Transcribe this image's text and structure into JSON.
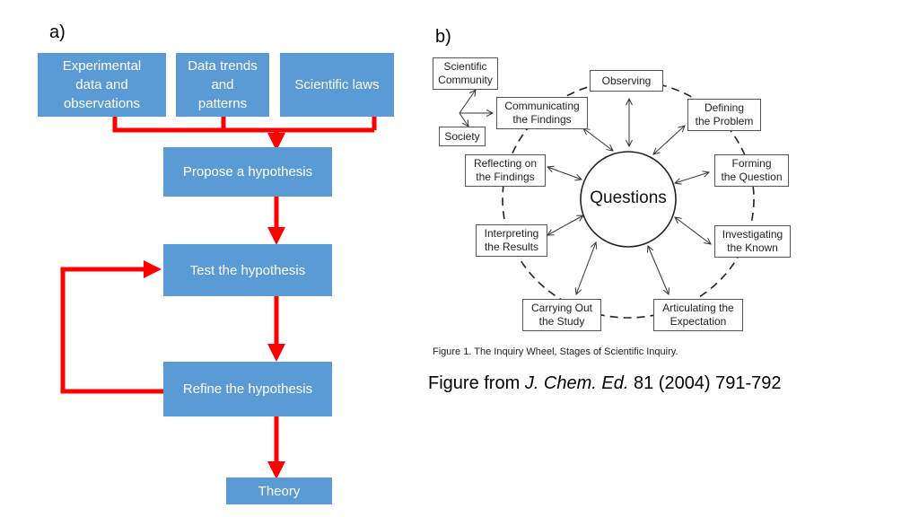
{
  "panel_a": {
    "label": "a)",
    "boxes": {
      "experimental": "Experimental\ndata and\nobservations",
      "trends": "Data trends\nand\npatterns",
      "laws": "Scientific laws",
      "propose": "Propose a hypothesis",
      "test": "Test the hypothesis",
      "refine": "Refine the hypothesis",
      "theory": "Theory"
    },
    "colors": {
      "box_fill": "#5b9bd5",
      "arrow": "#ff0000"
    }
  },
  "panel_b": {
    "label": "b)",
    "center": "Questions",
    "stages": {
      "scientific_community": "Scientific\nCommunity",
      "communicating": "Communicating\nthe Findings",
      "society": "Society",
      "observing": "Observing",
      "defining": "Defining\nthe Problem",
      "reflecting": "Reflecting on\nthe Findings",
      "forming": "Forming\nthe Question",
      "interpreting": "Interpreting\nthe Results",
      "investigating": "Investigating\nthe Known",
      "carrying_out": "Carrying Out\nthe Study",
      "articulating": "Articulating the\nExpectation"
    },
    "caption": "Figure 1. The Inquiry Wheel, Stages of Scientific Inquiry.",
    "source": {
      "prefix": "Figure from ",
      "journal": "J. Chem. Ed.",
      "suffix": " 81 (2004) 791-792"
    }
  }
}
